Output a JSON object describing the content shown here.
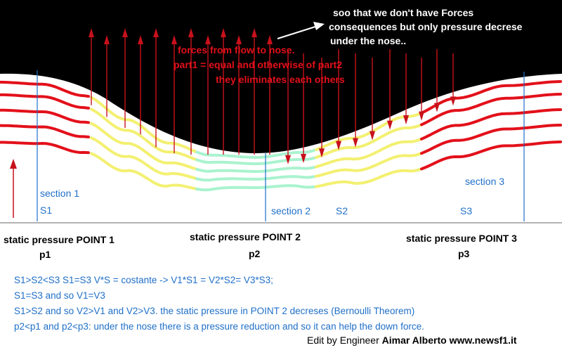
{
  "colors": {
    "nose": "#000000",
    "flow_red": "#e3101a",
    "flow_yellow": "#f3f071",
    "flow_green": "#a9f3cf",
    "section_line": "#1f6fc8",
    "arrow_red": "#c7111b",
    "text_blue": "#1f6fc8"
  },
  "top_left": "under the nose..",
  "note_top_right": [
    "soo that we don't have Forces",
    "consequences but only pressure decrese",
    "under the nose.."
  ],
  "forces_note": [
    "forces from flow to nose.",
    "part1 = equal and otherwise of part2",
    "they eliminates each others"
  ],
  "sections": [
    {
      "label": "section 1",
      "area": "S1"
    },
    {
      "label": "section 2",
      "area": "S2"
    },
    {
      "label": "section 3",
      "area": "S3"
    }
  ],
  "points": [
    {
      "label": "static pressure POINT 1",
      "symbol": "p1"
    },
    {
      "label": "static pressure POINT 2",
      "symbol": "p2"
    },
    {
      "label": "static pressure POINT 3",
      "symbol": "p3"
    }
  ],
  "formulas": [
    "S1>S2<S3   S1=S3     V*S = costante  ->  V1*S1 = V2*S2= V3*S3;",
    "S1=S3  and so V1=V3",
    "S1>S2  and so V2>V1  and V2>V3. the static pressure in POINT 2 decreses (Bernoulli Theorem)",
    "p2<p1  and p2<p3: under the nose there is a pressure reduction and so it can help the down force."
  ],
  "credit": {
    "prefix": "Edit by Engineer",
    "name": "Aimar Alberto",
    "site": "www.newsf1.it"
  }
}
